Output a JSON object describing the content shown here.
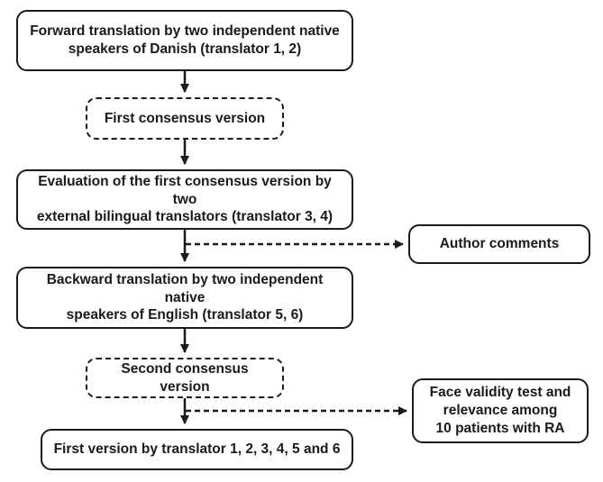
{
  "diagram": {
    "type": "flowchart",
    "colors": {
      "stroke": "#1a1a1a",
      "background": "#ffffff"
    },
    "nodes": {
      "forward_translation": {
        "label": [
          "Forward translation by two independent native",
          "speakers of Danish (translator 1, 2)"
        ],
        "border": "solid"
      },
      "first_consensus": {
        "label": "First consensus version",
        "border": "dashed"
      },
      "evaluation": {
        "label": [
          "Evaluation of the first consensus version by two",
          "external bilingual translators (translator 3, 4)"
        ],
        "border": "solid"
      },
      "author_comments": {
        "label": "Author comments",
        "border": "solid"
      },
      "backward_translation": {
        "label": [
          "Backward translation by two independent native",
          "speakers of English (translator 5, 6)"
        ],
        "border": "solid"
      },
      "second_consensus": {
        "label": "Second consensus version",
        "border": "dashed"
      },
      "face_validity": {
        "label": [
          "Face validity test and",
          "relevance among",
          "10 patients with RA"
        ],
        "border": "solid"
      },
      "first_version": {
        "label": "First version by translator 1, 2, 3, 4, 5 and 6",
        "border": "solid"
      }
    },
    "edges": [
      {
        "from": "forward_translation",
        "to": "first_consensus",
        "style": "solid"
      },
      {
        "from": "first_consensus",
        "to": "evaluation",
        "style": "solid"
      },
      {
        "from": "evaluation",
        "to": "backward_translation",
        "style": "solid"
      },
      {
        "from": "evaluation_backward_connector",
        "to": "author_comments",
        "style": "dashed"
      },
      {
        "from": "backward_translation",
        "to": "second_consensus",
        "style": "solid"
      },
      {
        "from": "second_consensus",
        "to": "first_version",
        "style": "solid"
      },
      {
        "from": "second_consensus_first_version_connector",
        "to": "face_validity",
        "style": "dashed"
      }
    ]
  }
}
